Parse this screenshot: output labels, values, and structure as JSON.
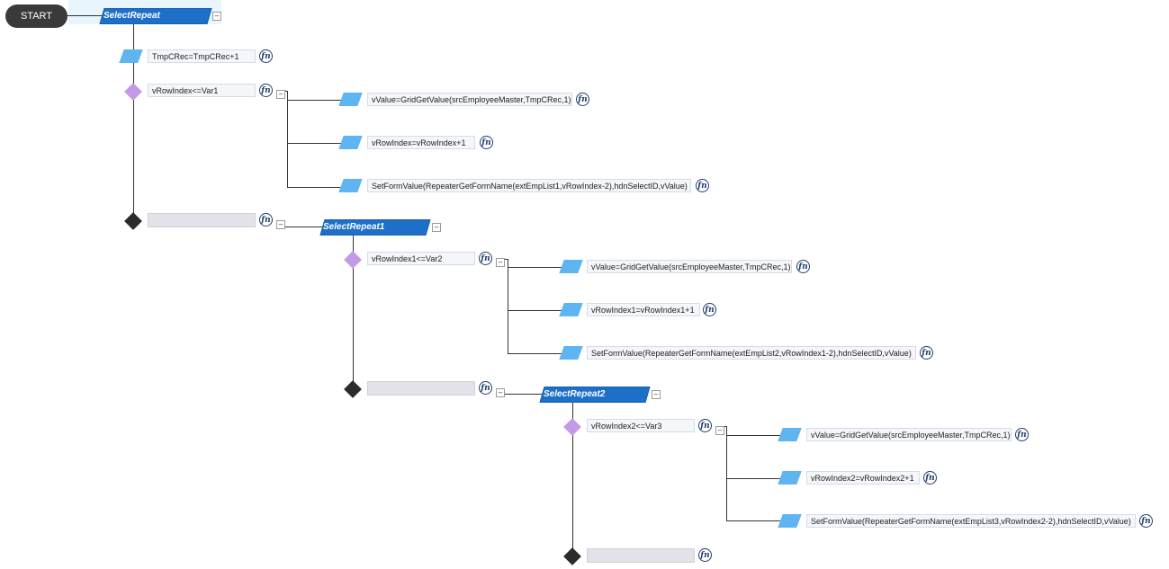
{
  "flow": {
    "start": "START",
    "repeats": [
      {
        "label": "SelectRepeat"
      },
      {
        "label": "SelectRepeat1"
      },
      {
        "label": "SelectRepeat2"
      }
    ],
    "assign_top": "TmpCRec=TmpCRec+1",
    "conditions": [
      "vRowIndex<=Var1",
      "vRowIndex1<=Var2",
      "vRowIndex2<=Var3"
    ],
    "actions": [
      [
        "vValue=GridGetValue(srcEmployeeMaster,TmpCRec,1)",
        "vRowIndex=vRowIndex+1",
        "SetFormValue(RepeaterGetFormName(extEmpList1,vRowIndex-2),hdnSelectID,vValue)"
      ],
      [
        "vValue=GridGetValue(srcEmployeeMaster,TmpCRec,1)",
        "vRowIndex1=vRowIndex1+1",
        "SetFormValue(RepeaterGetFormName(extEmpList2,vRowIndex1-2),hdnSelectID,vValue)"
      ],
      [
        "vValue=GridGetValue(srcEmployeeMaster,TmpCRec,1)",
        "vRowIndex2=vRowIndex2+1",
        "SetFormValue(RepeaterGetFormName(extEmpList3,vRowIndex2-2),hdnSelectID,vValue)"
      ]
    ],
    "fn_label": "fn",
    "collapse_symbol": "–"
  }
}
